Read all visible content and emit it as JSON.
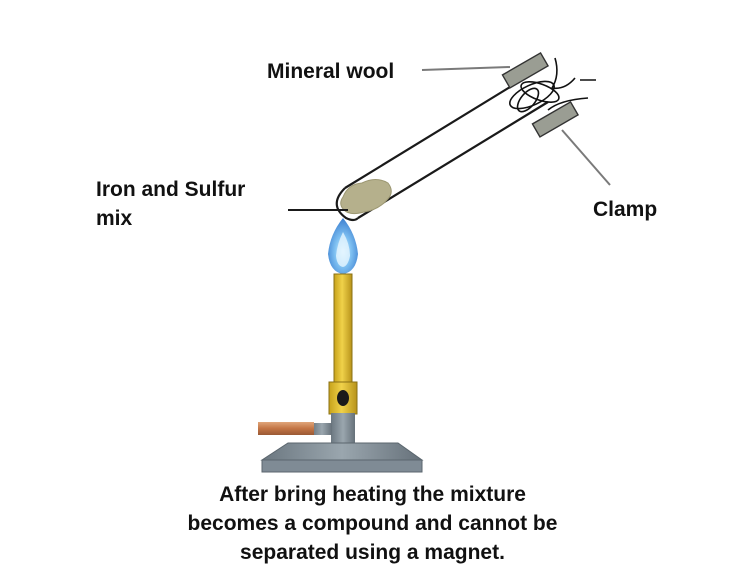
{
  "labels": {
    "mineral_wool": "Mineral wool",
    "iron_sulfur_line1": "Iron and Sulfur",
    "iron_sulfur_line2": "mix",
    "clamp": "Clamp"
  },
  "caption": {
    "line1": "After bring heating the mixture",
    "line2": "becomes a compound and cannot be",
    "line3": "separated using a magnet."
  },
  "colors": {
    "burner_brass": "#d9b526",
    "burner_base": "#7f8b95",
    "hose": "#c87f4f",
    "flame": "#5aa3e6",
    "clamp": "#9a9d93",
    "mixture": "#b5b08c"
  }
}
